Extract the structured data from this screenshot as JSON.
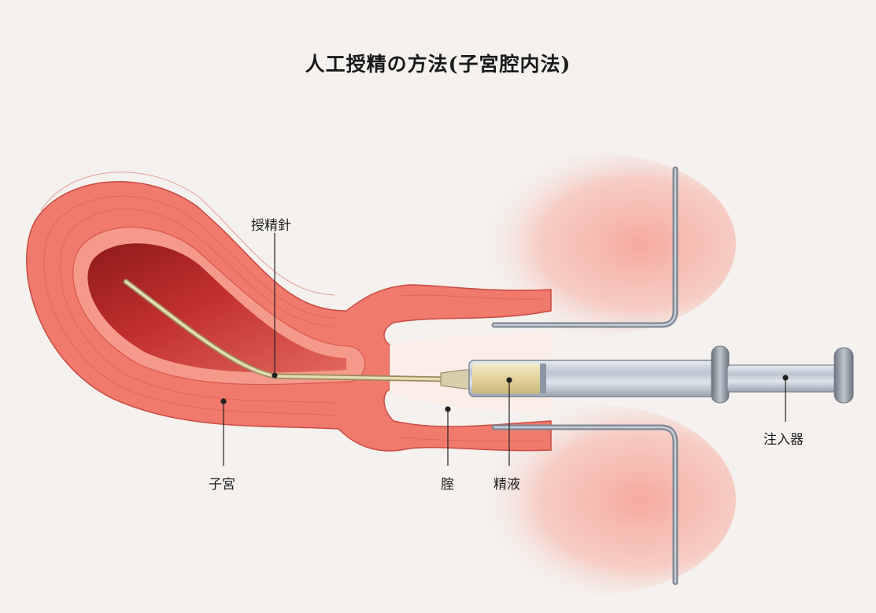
{
  "title": "人工授精の方法(子宮腔内法)",
  "labels": {
    "needle": "授精針",
    "uterus": "子宮",
    "vagina": "腟",
    "semen": "精液",
    "syringe": "注入器"
  },
  "colors": {
    "background": "#f4f1ee",
    "tissue": "#f0786a",
    "tissue_dark": "#c8302c",
    "tissue_light": "#f7b2a4",
    "speculum": "#8e95a0",
    "syringe_glass": "#cdd4de",
    "semen": "#e9dfb0"
  }
}
